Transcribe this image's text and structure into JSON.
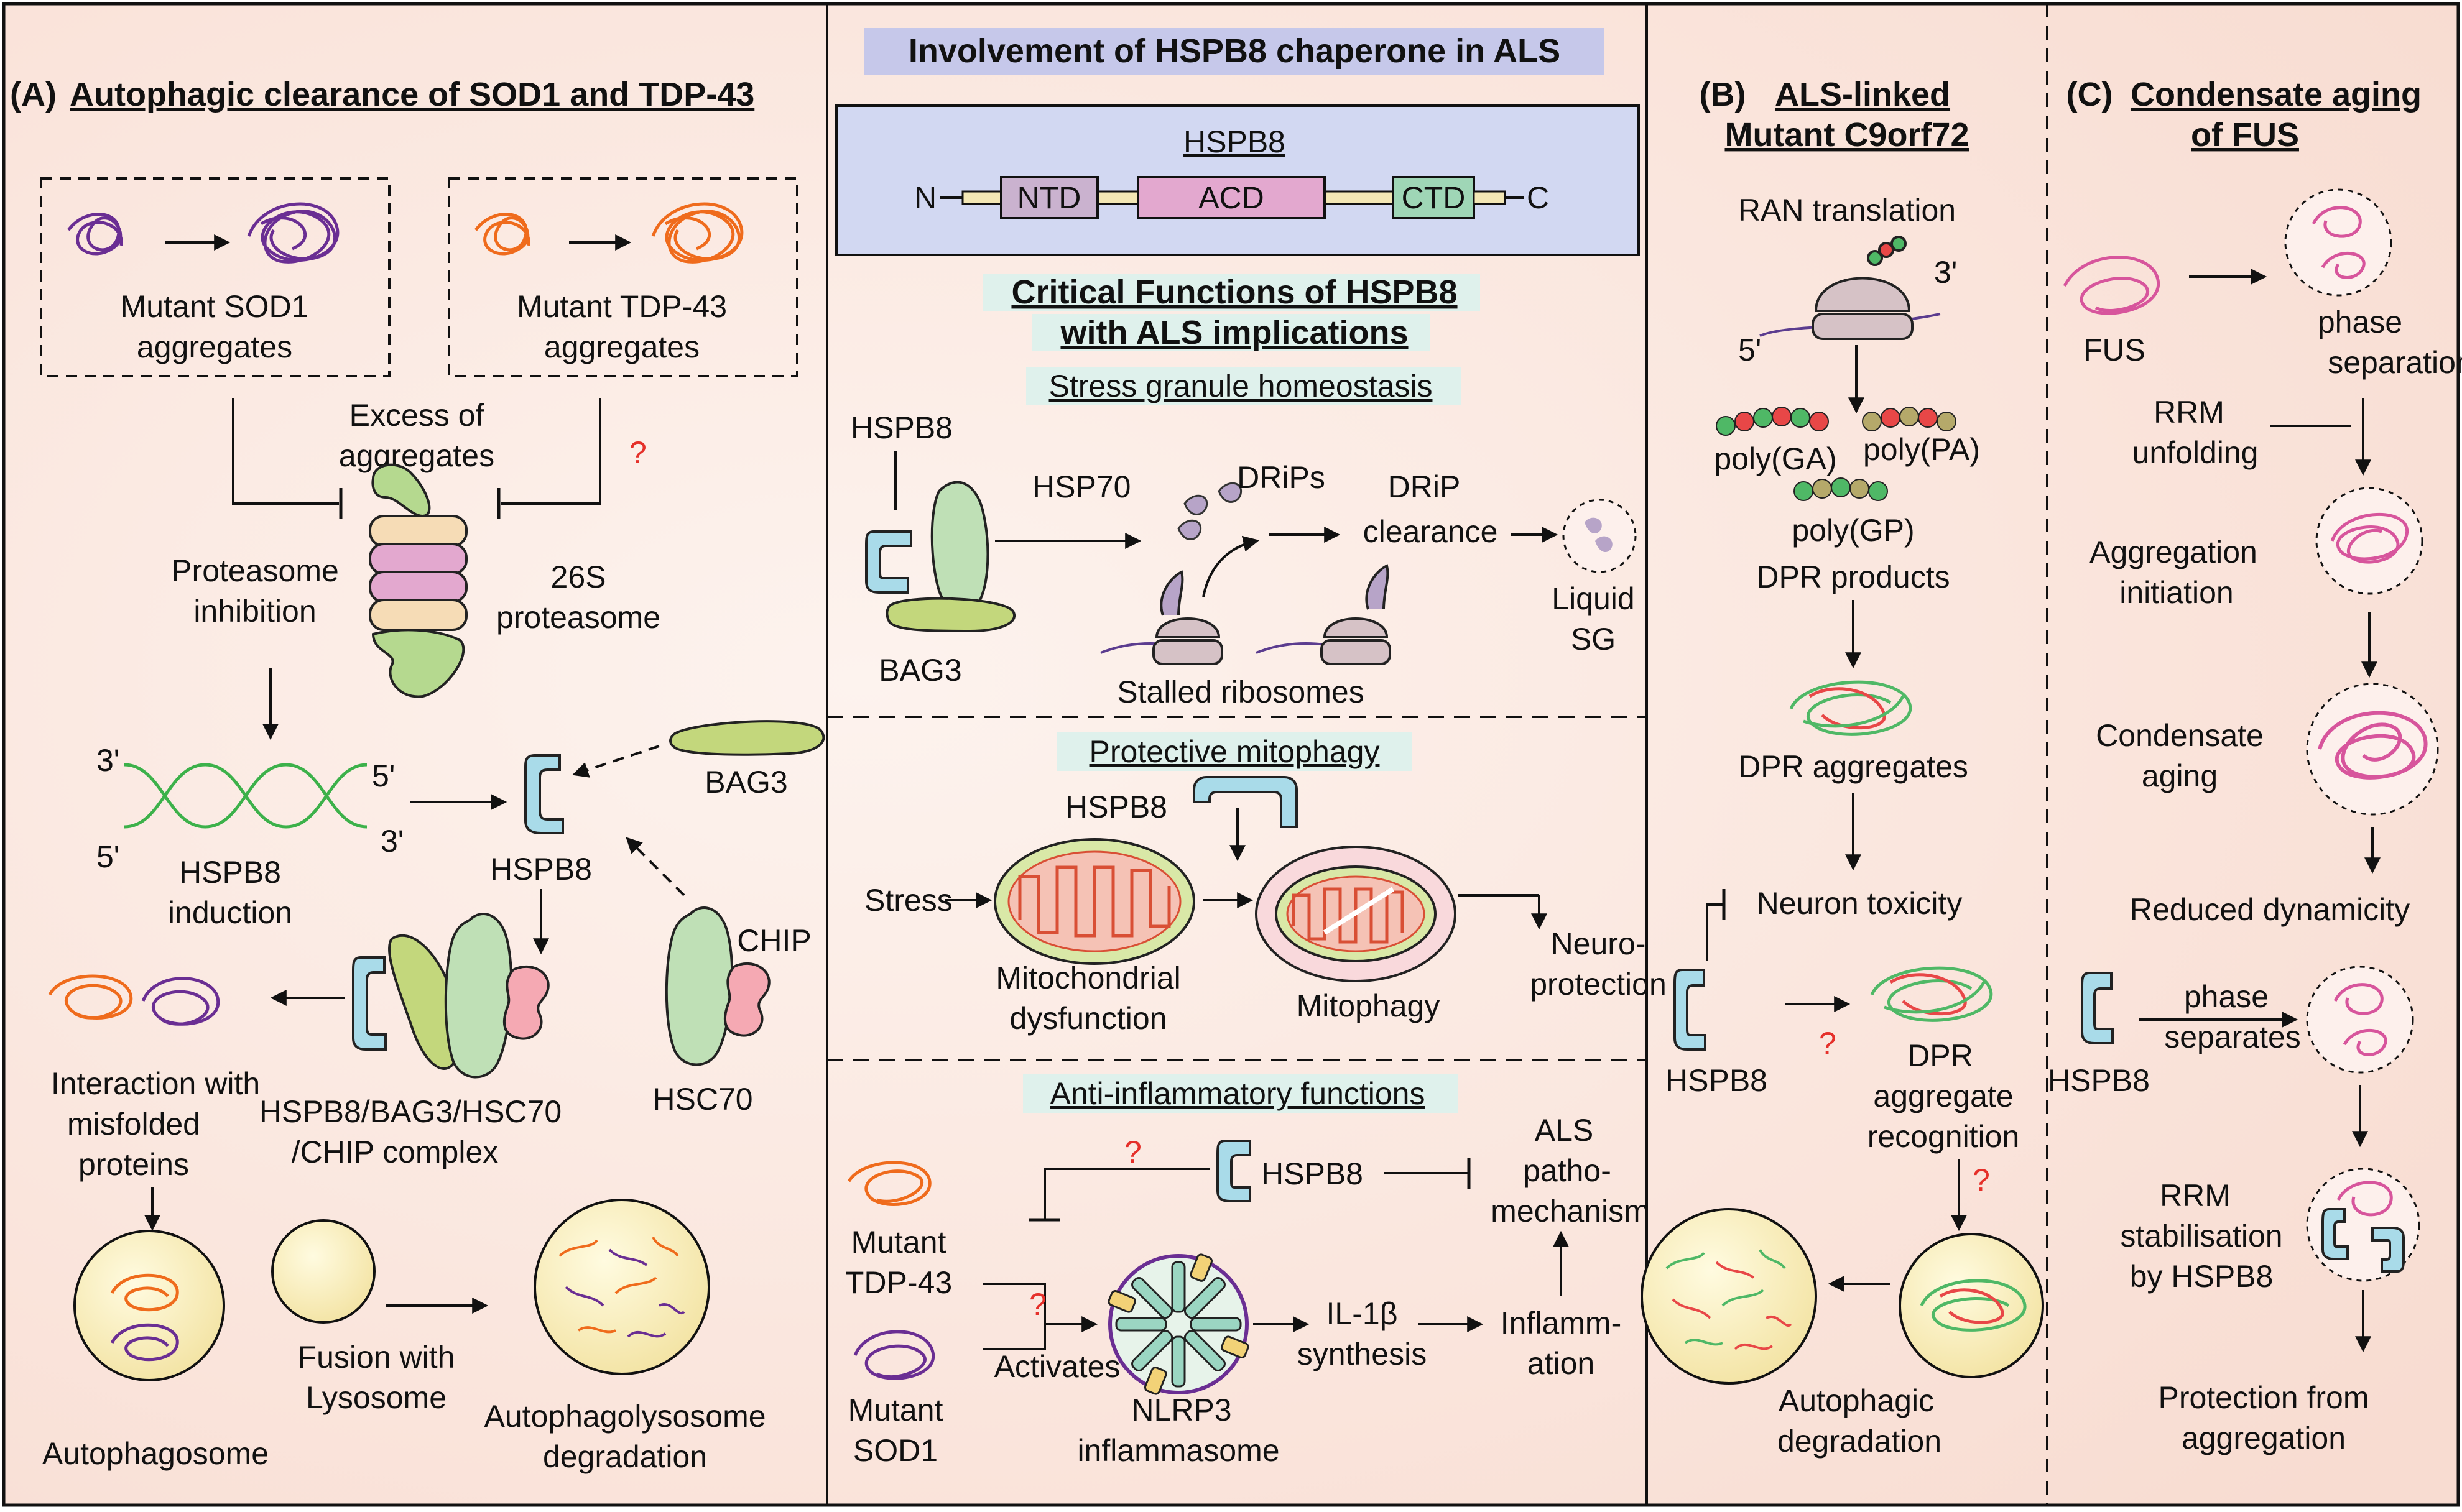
{
  "header": {
    "main_title": "Involvement of HSPB8 chaperone in ALS"
  },
  "panel_a": {
    "title_prefix": "(A)",
    "title": "Autophagic clearance of SOD1 and TDP-43",
    "sod1_label_1": "Mutant SOD1",
    "sod1_label_2": "aggregates",
    "tdp_label_1": "Mutant TDP-43",
    "tdp_label_2": "aggregates",
    "excess_1": "Excess of",
    "excess_2": "aggregates",
    "question": "?",
    "proteasome_inhib_1": "Proteasome",
    "proteasome_inhib_2": "inhibition",
    "proteasome_1": "26S",
    "proteasome_2": "proteasome",
    "dna_3prime_top": "3'",
    "dna_5prime_top": "5'",
    "dna_5prime_bottom": "5'",
    "dna_3prime_bottom": "3'",
    "induction_1": "HSPB8",
    "induction_2": "induction",
    "hspb8": "HSPB8",
    "bag3": "BAG3",
    "chip": "CHIP",
    "hsc70": "HSC70",
    "interaction_1": "Interaction with",
    "interaction_2": "misfolded",
    "interaction_3": "proteins",
    "complex_1": "HSPB8/BAG3/HSC70",
    "complex_2": "/CHIP complex",
    "autophagosome": "Autophagosome",
    "fusion_1": "Fusion with",
    "fusion_2": "Lysosome",
    "autolyso_1": "Autophagolysosome",
    "autolyso_2": "degradation"
  },
  "center": {
    "domain_title": "HSPB8",
    "n_term": "N",
    "c_term": "C",
    "ntd": "NTD",
    "acd": "ACD",
    "ctd": "CTD",
    "critical_1": "Critical Functions of HSPB8",
    "critical_2": "with ALS implications",
    "sg_title": "Stress granule homeostasis",
    "sg_hspb8": "HSPB8",
    "sg_hsp70": "HSP70",
    "sg_bag3": "BAG3",
    "sg_drips": "DRiPs",
    "sg_drip_1": "DRiP",
    "sg_drip_2": "clearance",
    "sg_liquid_1": "Liquid",
    "sg_liquid_2": "SG",
    "sg_stalled": "Stalled ribosomes",
    "mito_title": "Protective mitophagy",
    "mito_hspb8": "HSPB8",
    "mito_stress": "Stress",
    "mito_dys_1": "Mitochondrial",
    "mito_dys_2": "dysfunction",
    "mito_mitophagy": "Mitophagy",
    "mito_neuro_1": "Neuro-",
    "mito_neuro_2": "protection",
    "inflam_title": "Anti-inflammatory functions",
    "inflam_q1": "?",
    "inflam_q2": "?",
    "inflam_hspb8": "HSPB8",
    "inflam_als_1": "ALS",
    "inflam_als_2": "patho-",
    "inflam_als_3": "mechanism",
    "inflam_tdp_1": "Mutant",
    "inflam_tdp_2": "TDP-43",
    "inflam_sod_1": "Mutant",
    "inflam_sod_2": "SOD1",
    "inflam_activates": "Activates",
    "inflam_nlrp3_1": "NLRP3",
    "inflam_nlrp3_2": "inflammasome",
    "inflam_il_1": "IL-1β",
    "inflam_il_2": "synthesis",
    "inflam_inflam_1": "Inflamm-",
    "inflam_inflam_2": "ation"
  },
  "panel_b": {
    "title_prefix": "(B)",
    "title_1": "ALS-linked",
    "title_2": "Mutant C9orf72",
    "ran": "RAN translation",
    "three_prime": "3'",
    "five_prime": "5'",
    "poly_ga": "poly(GA)",
    "poly_pa": "poly(PA)",
    "poly_gp": "poly(GP)",
    "dpr_products": "DPR products",
    "dpr_aggregates": "DPR aggregates",
    "neuron_toxicity": "Neuron toxicity",
    "hspb8": "HSPB8",
    "q1": "?",
    "q2": "?",
    "recog_1": "DPR",
    "recog_2": "aggregate",
    "recog_3": "recognition",
    "autophagic_1": "Autophagic",
    "autophagic_2": "degradation"
  },
  "panel_c": {
    "title_prefix": "(C)",
    "title_1": "Condensate aging",
    "title_2": "of FUS",
    "fus": "FUS",
    "phase_1": "phase",
    "phase_2": "separation",
    "rrm_1": "RRM",
    "rrm_2": "unfolding",
    "agg_1": "Aggregation",
    "agg_2": "initiation",
    "cond_1": "Condensate",
    "cond_2": "aging",
    "reduced": "Reduced dynamicity",
    "phase_sep_1": "phase",
    "phase_sep_2": "separates",
    "hspb8": "HSPB8",
    "stab_1": "RRM",
    "stab_2": "stabilisation",
    "stab_3": "by HSPB8",
    "protect_1": "Protection from",
    "protect_2": "aggregation"
  },
  "colors": {
    "panel_bg": "#fbe4dc",
    "title_box": "#c6c8ea",
    "domain_box": "#d2d8f2",
    "sub_title_bg": "#dff1ec",
    "hspb8": "#a9dbe9",
    "bag3": "#c3d77c",
    "hsc70": "#bfe0b6",
    "chip": "#f5a9b3",
    "proteasome_pink": "#e3a8cf",
    "proteasome_beige": "#f6dcb6",
    "purple_agg": "#6a2e93",
    "orange_agg": "#ef6b1c",
    "pink_fus": "#d7559c",
    "question": "#e5302a"
  }
}
